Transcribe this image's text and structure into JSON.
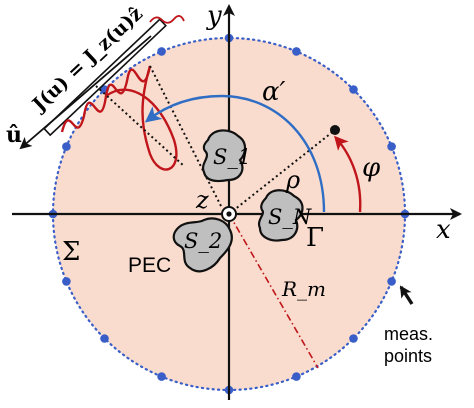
{
  "axes": {
    "x_label": "x",
    "y_label": "y"
  },
  "symbols": {
    "source_label": "J(u) = J_z(u)ẑ",
    "u_hat": "û",
    "alpha_prime": "α′",
    "phi": "φ",
    "rho": "ρ",
    "z": "z",
    "gamma": "Γ",
    "sigma": "Σ",
    "r_m": "R_m",
    "s1": "S_1",
    "sn": "S_N",
    "s2": "S_2"
  },
  "labels": {
    "pec": "PEC",
    "meas_line1": "meas.",
    "meas_line2": "points"
  },
  "colors": {
    "domain_fill": "#f9dccd",
    "measurement_points": "#3a5ec8",
    "wave": "#c0161b",
    "alpha_arc": "#2f6ec4",
    "phi_arc": "#c0161b",
    "scatterer_fill": "#bfbfbf"
  }
}
